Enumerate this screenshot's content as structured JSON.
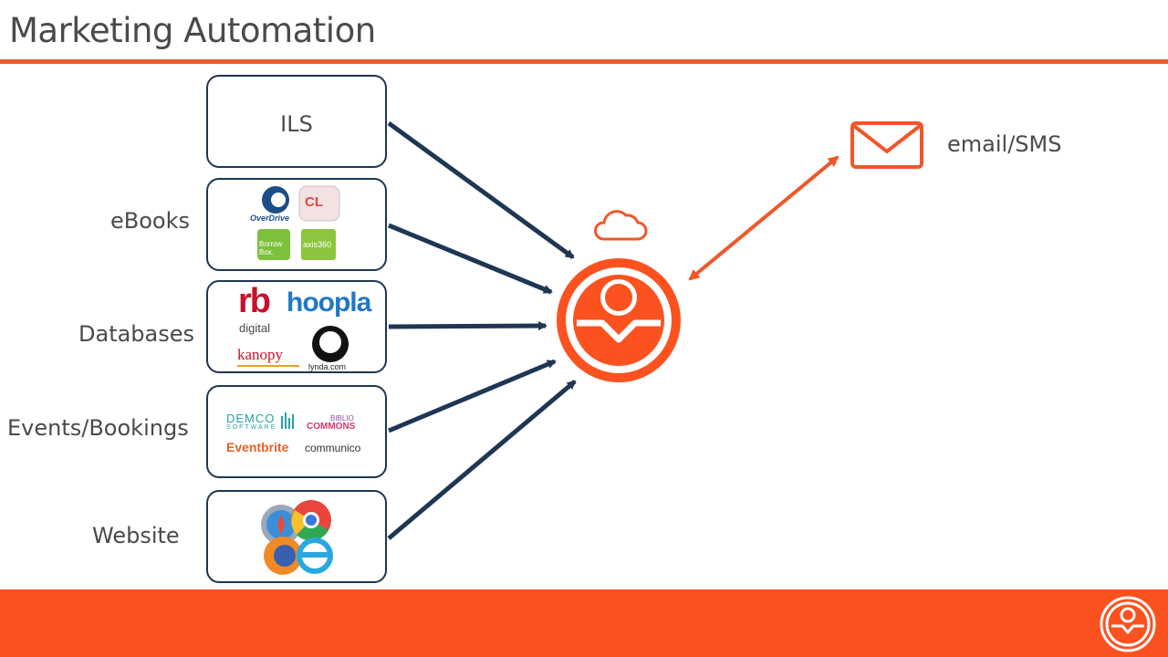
{
  "title": "Marketing Automation",
  "colors": {
    "accent": "#fb5220",
    "navy": "#1f3654",
    "text": "#4a4a4a"
  },
  "sources": [
    {
      "label": "",
      "box_title": "ILS"
    },
    {
      "label": "eBooks",
      "logos": [
        "OverDrive",
        "CL",
        "Borrow Box.",
        "axis360"
      ]
    },
    {
      "label": "Databases",
      "logos": [
        "rb",
        "digital",
        "hoopla",
        "kanopy",
        "lynda.com"
      ]
    },
    {
      "label": "Events/Bookings",
      "logos": [
        "DEMCO",
        "SOFTWARE",
        "BIBLIO",
        "COMMONS",
        "Eventbrite",
        "communico"
      ]
    },
    {
      "label": "Website",
      "logos": [
        "safari-icon",
        "chrome-icon",
        "firefox-icon",
        "ie-icon"
      ]
    }
  ],
  "hub": {
    "icon": "brand-hub-icon",
    "cloud_icon": "cloud-icon"
  },
  "destination": {
    "label": "email/SMS",
    "icon": "envelope-icon"
  }
}
